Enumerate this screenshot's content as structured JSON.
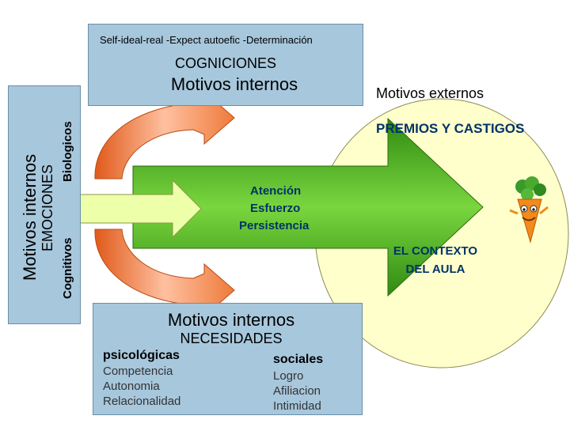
{
  "top": {
    "line": "Self-ideal-real  -Expect autoefic   -Determinación",
    "heading": "COGNICIONES",
    "title": "Motivos internos"
  },
  "left": {
    "title": "Motivos internos",
    "sub": "EMOCIONES",
    "upper": "Biologicos",
    "lower": "Cognitivos"
  },
  "external": {
    "title": "Motivos externos",
    "rewards": "PREMIOS Y CASTIGOS",
    "context_line1": "EL CONTEXTO",
    "context_line2": "DEL AULA"
  },
  "center": {
    "items": [
      "Atención",
      "Esfuerzo",
      "Persistencia"
    ]
  },
  "bottom": {
    "title": "Motivos internos",
    "heading": "NECESIDADES",
    "psych_heading": "psicológicas",
    "psych_items": [
      "Competencia",
      "Autonomia",
      "Relacionalidad"
    ],
    "social_heading": "sociales",
    "social_items": [
      "Logro",
      "Afiliacion",
      "Intimidad"
    ]
  },
  "colors": {
    "blue_box": "#a7c7dc",
    "yellow_circle": "#ffffcc",
    "green_arrow": "#66cc33",
    "curved_arrow": "#ffb08a",
    "small_arrow": "#eeffaa"
  },
  "icons": [
    "carrot-character-icon"
  ]
}
